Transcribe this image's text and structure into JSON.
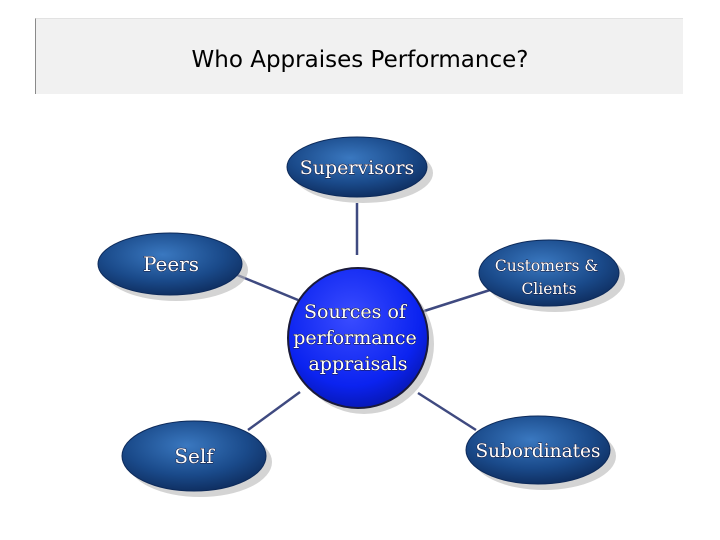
{
  "title": "Who Appraises Performance?",
  "colors": {
    "node_fill": "#1a4a8a",
    "center_fill": "#0b23f0",
    "connector": "#3f4a80",
    "text": "#ffffff"
  },
  "center": {
    "label_lines": [
      "Sources of",
      "performance",
      "appraisals"
    ]
  },
  "sources": [
    {
      "id": "supervisors",
      "label_lines": [
        "Supervisors"
      ]
    },
    {
      "id": "peers",
      "label_lines": [
        "Peers"
      ]
    },
    {
      "id": "customers",
      "label_lines": [
        "Customers &",
        "Clients"
      ]
    },
    {
      "id": "self",
      "label_lines": [
        "Self"
      ]
    },
    {
      "id": "subordinates",
      "label_lines": [
        "Subordinates"
      ]
    }
  ]
}
